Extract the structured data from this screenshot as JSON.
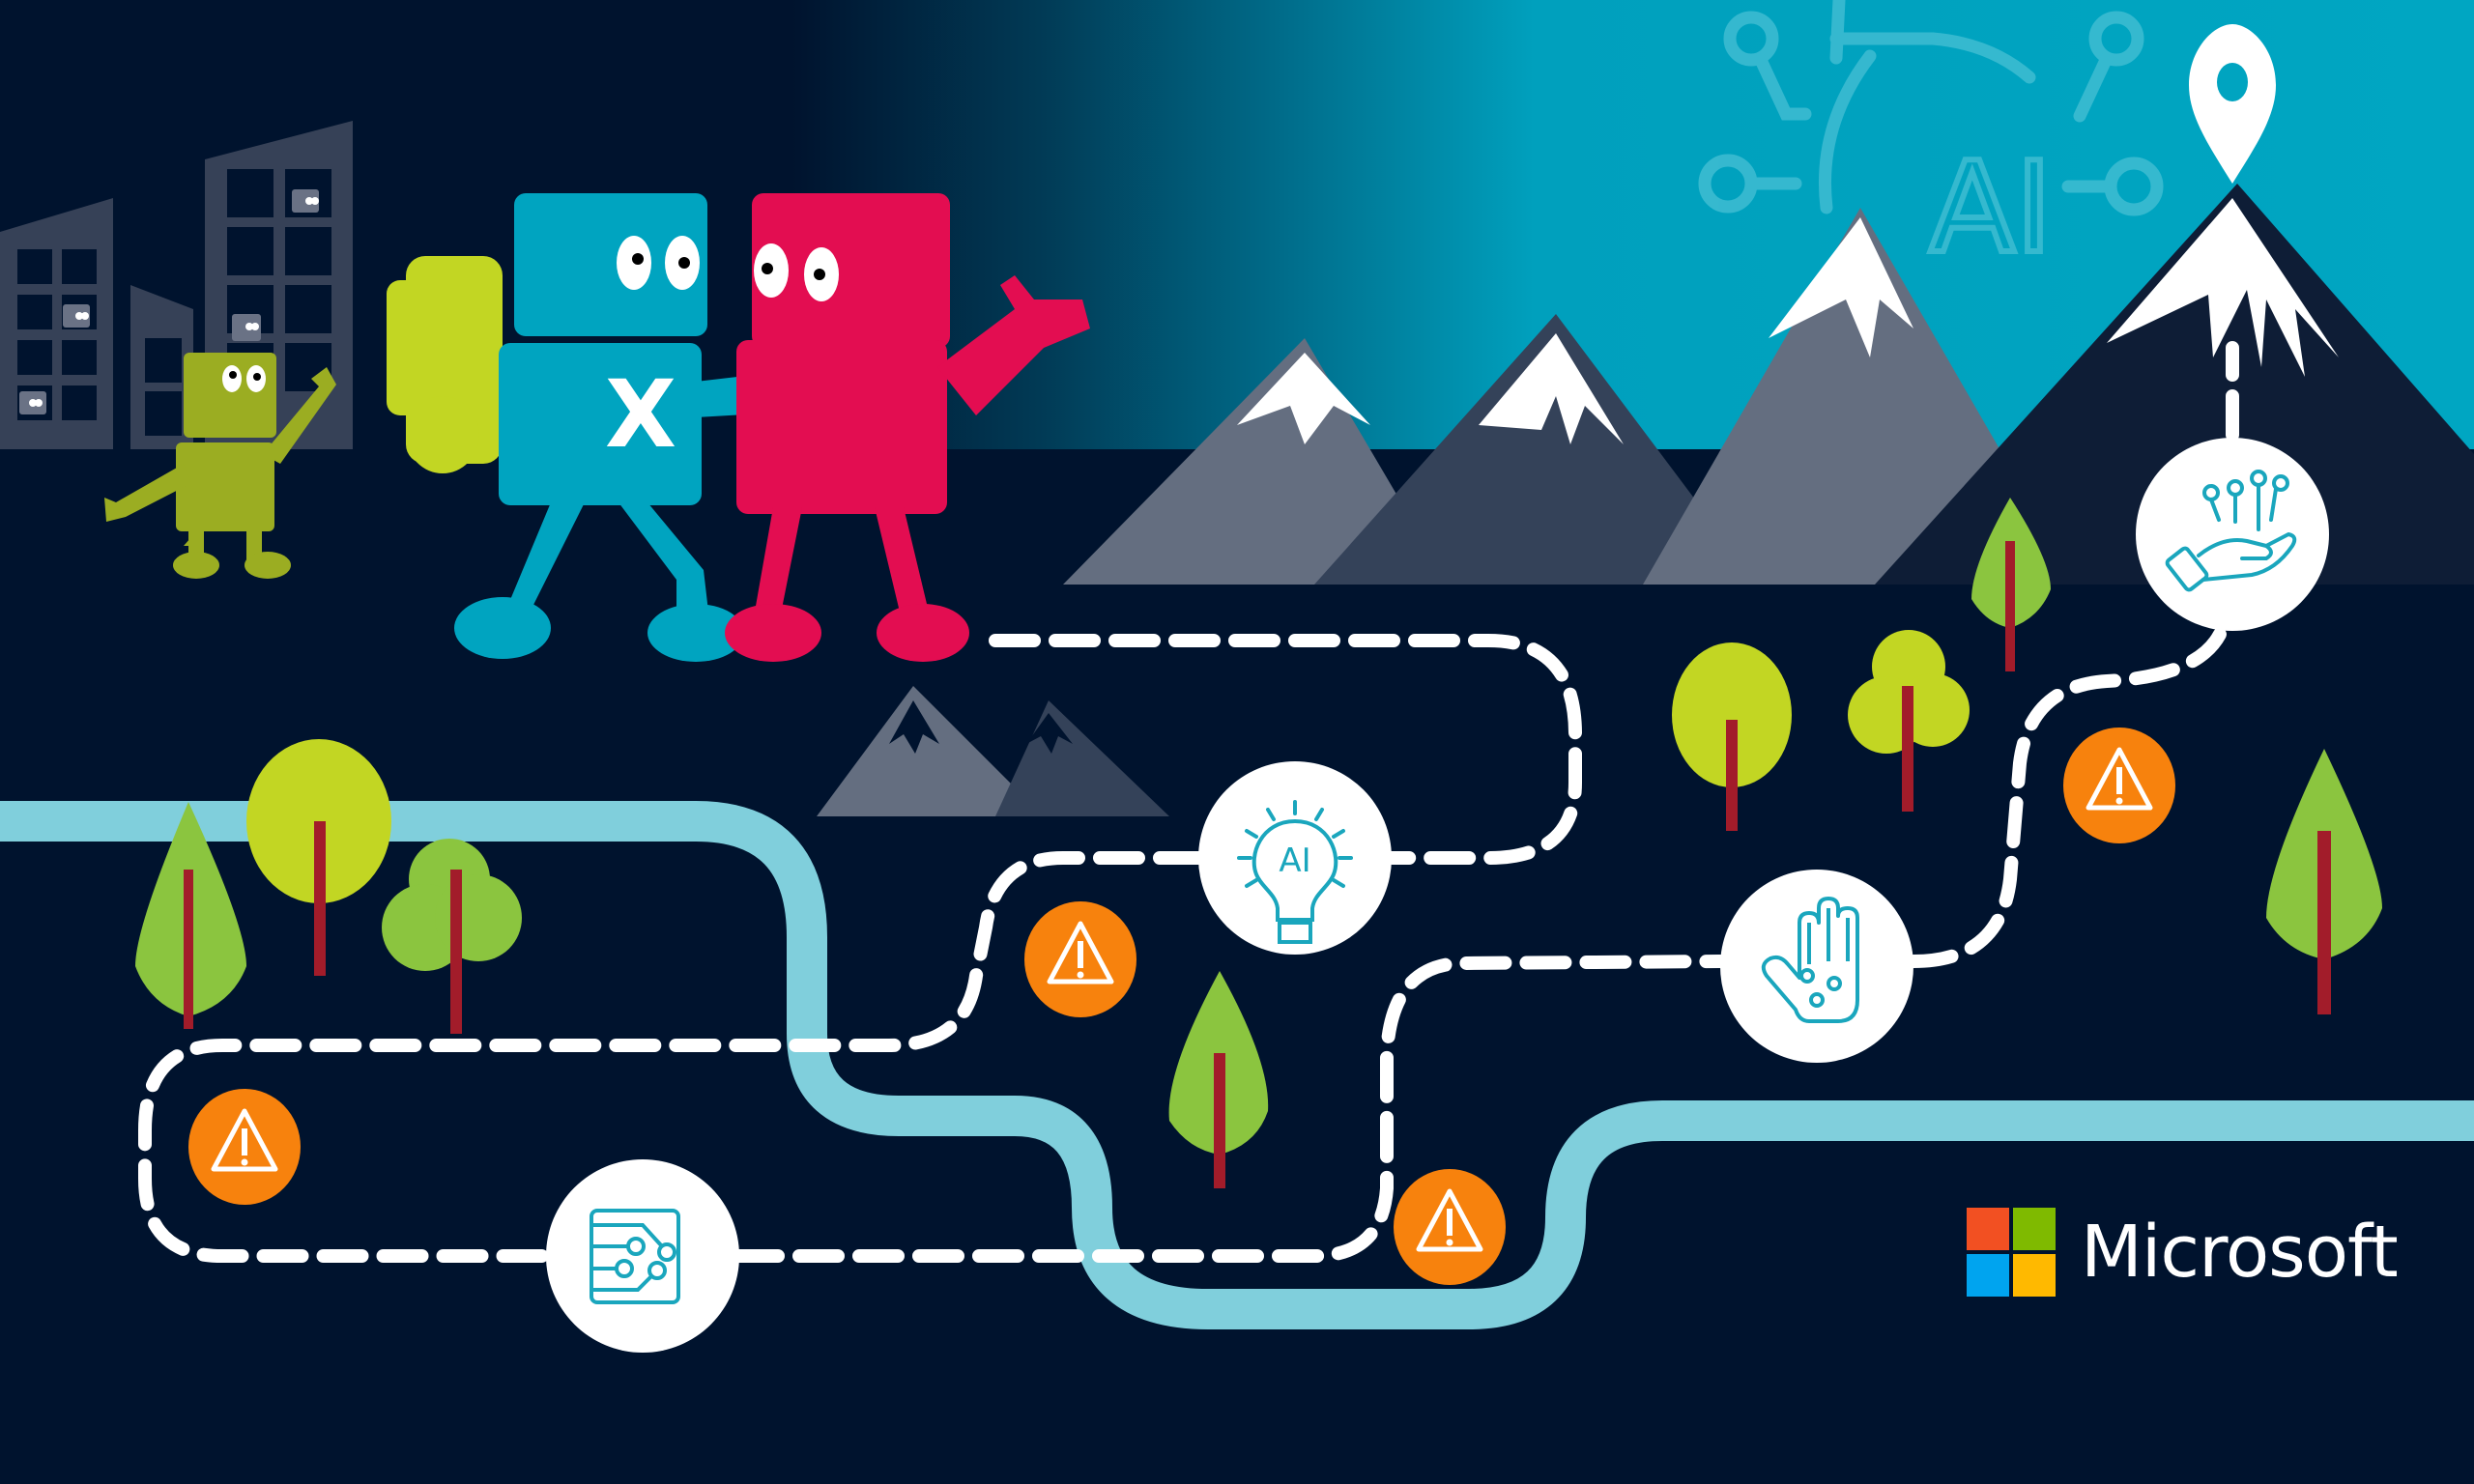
{
  "scene": {
    "description": "Illustrated AI adoption journey map with robot characters, mountains, river and milestone icons",
    "colors": {
      "night": "#00132e",
      "sky_teal": "#00a4c0",
      "river": "#80cfdc",
      "path_dash": "#ffffff",
      "icon_stroke": "#1aa6bd",
      "warning": "#f7820d",
      "robot_blue": "#00a4c0",
      "robot_pink": "#e30d51",
      "robot_lime": "#c2d623",
      "robot_olive": "#9bad22",
      "tree_green": "#8bc53f",
      "tree_lime": "#c2d623",
      "tree_trunk": "#a21c2a",
      "mountain_light": "#646e80",
      "mountain_mid": "#344259",
      "mountain_dark": "#0e1d36",
      "building": "#364157"
    }
  },
  "background_art": {
    "ai_label": "AI"
  },
  "characters": {
    "blue_robot_badge": "X"
  },
  "milestones": [
    {
      "id": "data-circuit",
      "icon": "circuit-document-icon"
    },
    {
      "id": "ai-idea",
      "icon": "ai-lightbulb-icon",
      "label": "AI"
    },
    {
      "id": "digital-hand",
      "icon": "digital-hand-icon"
    },
    {
      "id": "ai-offer",
      "icon": "hand-circuit-icon"
    }
  ],
  "warnings": [
    {
      "id": "warning-1",
      "icon": "warning-triangle-icon",
      "glyph": "!"
    },
    {
      "id": "warning-2",
      "icon": "warning-triangle-icon",
      "glyph": "!"
    },
    {
      "id": "warning-3",
      "icon": "warning-triangle-icon",
      "glyph": "!"
    },
    {
      "id": "warning-4",
      "icon": "warning-triangle-icon",
      "glyph": "!"
    }
  ],
  "destination": {
    "icon": "map-pin-icon"
  },
  "brand": {
    "name": "Microsoft",
    "logo_colors": [
      "#f25022",
      "#7fba00",
      "#00a4ef",
      "#ffb900"
    ]
  }
}
